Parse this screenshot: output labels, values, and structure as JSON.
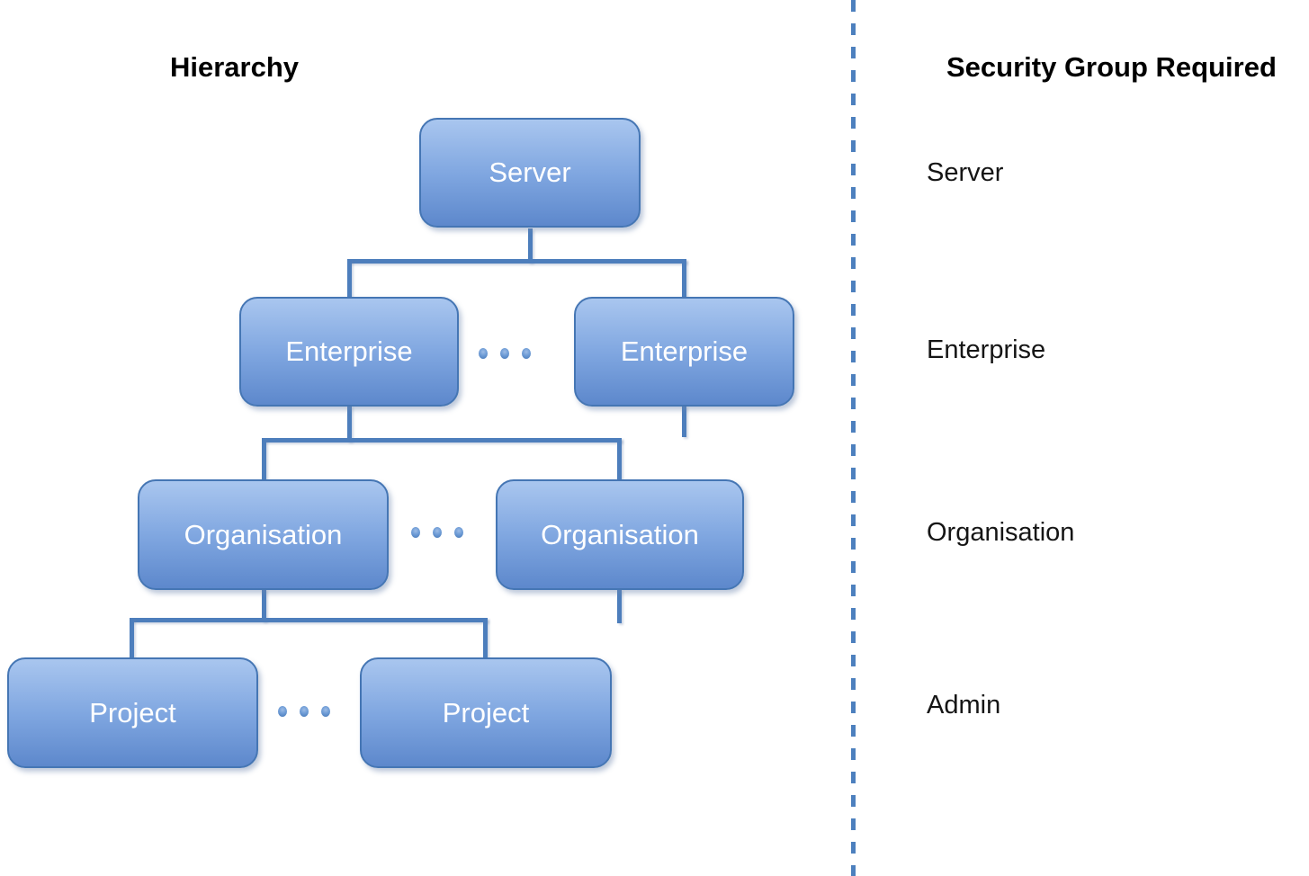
{
  "left_panel": {
    "title": "Hierarchy"
  },
  "right_panel": {
    "title": "Security Group Required",
    "labels": [
      {
        "level": "server",
        "text": "Server"
      },
      {
        "level": "enterprise",
        "text": "Enterprise"
      },
      {
        "level": "organisation",
        "text": "Organisation"
      },
      {
        "level": "project",
        "text": "Admin"
      }
    ]
  },
  "diagram": {
    "nodes": [
      {
        "id": "server",
        "label": "Server"
      },
      {
        "id": "enterprise-1",
        "label": "Enterprise"
      },
      {
        "id": "enterprise-2",
        "label": "Enterprise"
      },
      {
        "id": "organisation-1",
        "label": "Organisation"
      },
      {
        "id": "organisation-2",
        "label": "Organisation"
      },
      {
        "id": "project-1",
        "label": "Project"
      },
      {
        "id": "project-2",
        "label": "Project"
      }
    ],
    "ellipsis_rows": 3,
    "ellipsis_dots_per_row": 3
  },
  "colors": {
    "node_fill_top": "#a9c6ef",
    "node_fill_bottom": "#5d88cc",
    "node_border": "#4576b4",
    "node_text": "#ffffff",
    "connector": "#4d7ebc",
    "divider_dash": "#4d80be",
    "title_text": "#000000",
    "label_text": "#151515",
    "background": "#ffffff"
  }
}
